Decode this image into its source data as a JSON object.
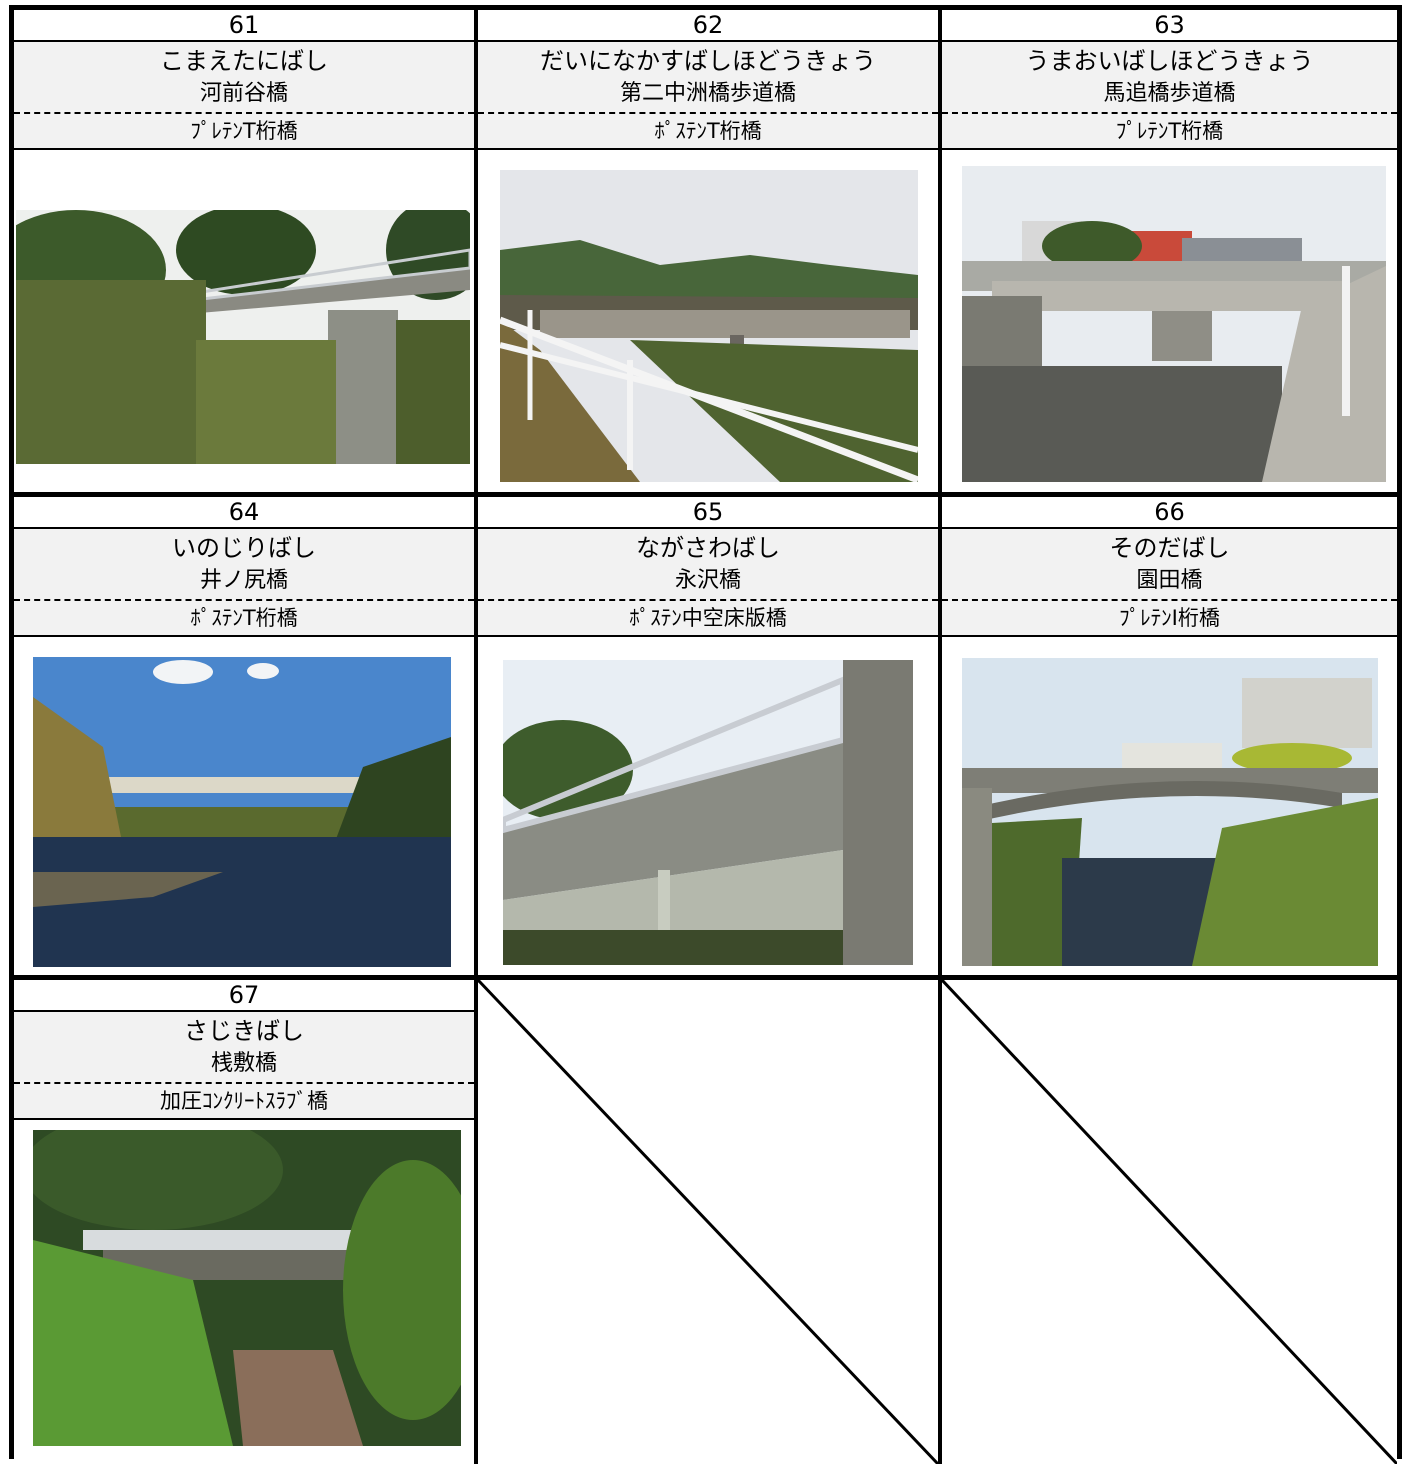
{
  "bridges": [
    {
      "no": "61",
      "kana": "こまえたにばし",
      "kanji": "河前谷橋",
      "type": "ﾌﾟﾚﾃﾝT桁橋",
      "photo": "bridge-photo-trees-pier"
    },
    {
      "no": "62",
      "kana": "だいになかすばしほどうきょう",
      "kanji": "第二中洲橋歩道橋",
      "type": "ﾎﾟｽﾃﾝT桁橋",
      "photo": "bridge-photo-mountains-railing"
    },
    {
      "no": "63",
      "kana": "うまおいばしほどうきょう",
      "kanji": "馬追橋歩道橋",
      "type": "ﾌﾟﾚﾃﾝT桁橋",
      "photo": "bridge-photo-town-river"
    },
    {
      "no": "64",
      "kana": "いのじりばし",
      "kanji": "井ノ尻橋",
      "type": "ﾎﾟｽﾃﾝT桁橋",
      "photo": "bridge-photo-blue-sky-river"
    },
    {
      "no": "65",
      "kana": "ながさわばし",
      "kanji": "永沢橋",
      "type": "ﾎﾟｽﾃﾝ中空床版橋",
      "photo": "bridge-photo-underside-girder"
    },
    {
      "no": "66",
      "kana": "そのだばし",
      "kanji": "園田橋",
      "type": "ﾌﾟﾚﾃﾝI桁橋",
      "photo": "bridge-photo-arch-houses"
    },
    {
      "no": "67",
      "kana": "さじきばし",
      "kanji": "桟敷橋",
      "type": "加圧ｺﾝｸﾘｰﾄｽﾗﾌﾞ橋",
      "photo": "bridge-photo-overgrown-stream"
    }
  ]
}
